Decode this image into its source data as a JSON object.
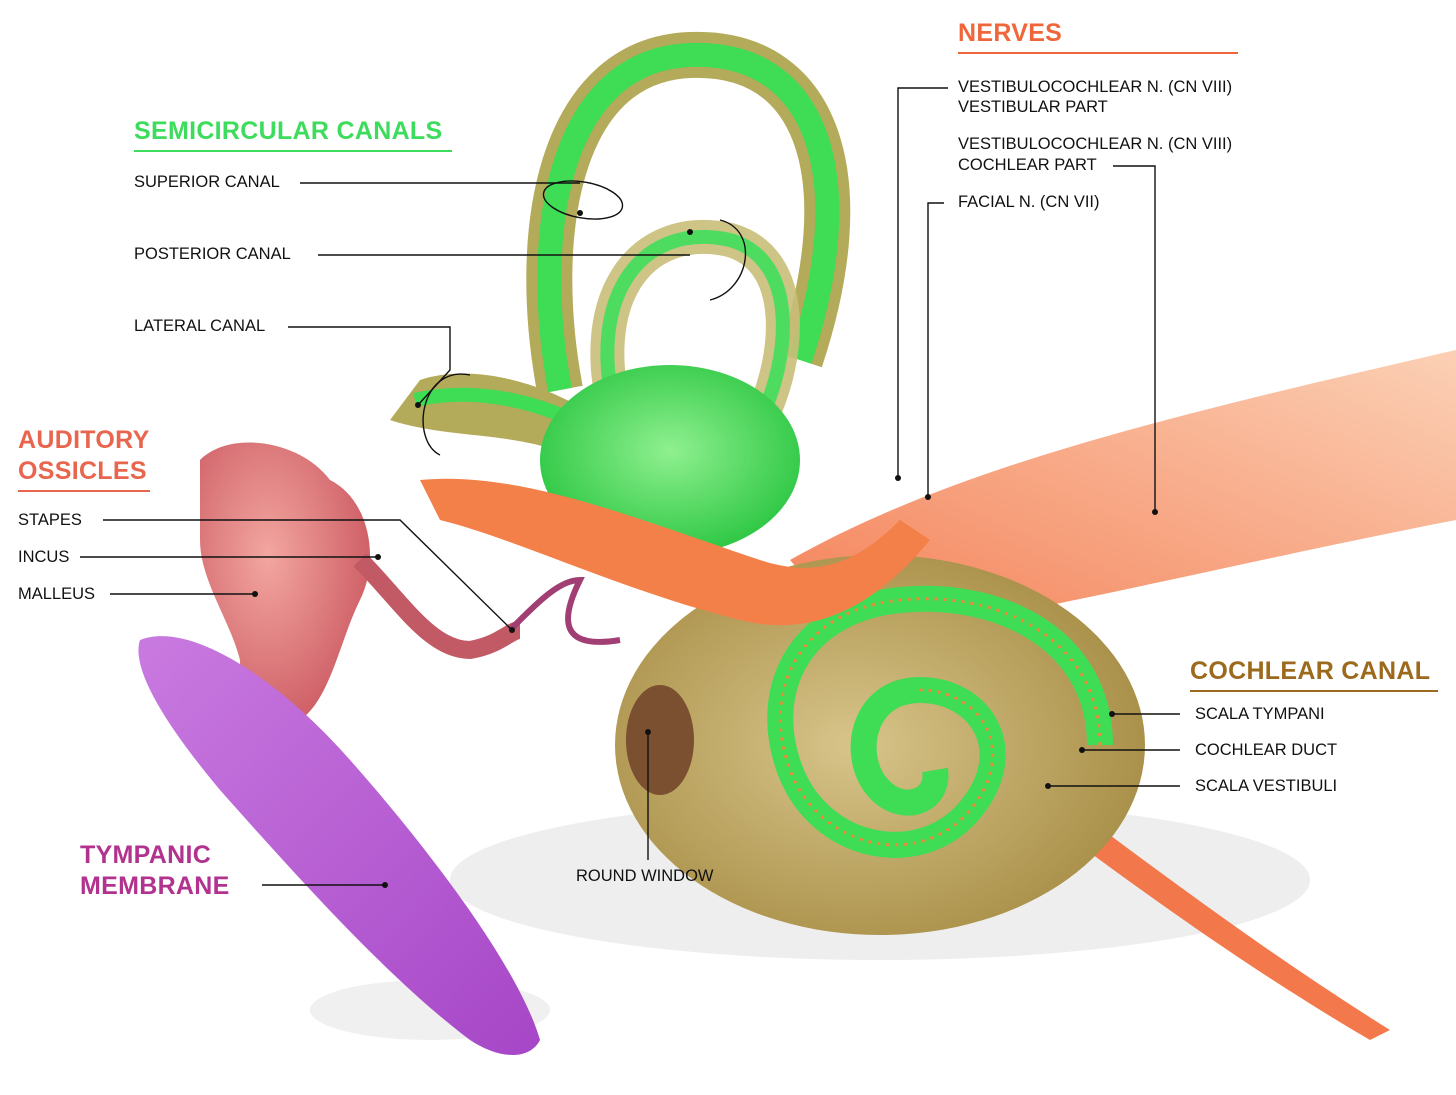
{
  "colors": {
    "semicircular": "#3ddc5c",
    "nerves": "#f0663a",
    "ossicles": "#e8664e",
    "tympanic": "#b2338f",
    "cochlear": "#9c6a1c",
    "label_text": "#111111"
  },
  "groups": {
    "semicircular_canals": {
      "title": "SEMICIRCULAR CANALS",
      "items": [
        "SUPERIOR CANAL",
        "POSTERIOR CANAL",
        "LATERAL CANAL"
      ]
    },
    "nerves": {
      "title": "NERVES",
      "items": [
        [
          "VESTIBULOCOCHLEAR N. (CN VIII)",
          "VESTIBULAR PART"
        ],
        [
          "VESTIBULOCOCHLEAR N. (CN VIII)",
          "COCHLEAR PART"
        ],
        "FACIAL N. (CN VII)"
      ]
    },
    "auditory_ossicles": {
      "title": [
        "AUDITORY",
        "OSSICLES"
      ],
      "items": [
        "STAPES",
        "INCUS",
        "MALLEUS"
      ]
    },
    "tympanic_membrane": {
      "title": [
        "TYMPANIC",
        "MEMBRANE"
      ]
    },
    "cochlear_canal": {
      "title": "COCHLEAR CANAL",
      "items": [
        "SCALA TYMPANI",
        "COCHLEAR DUCT",
        "SCALA VESTIBULI"
      ]
    },
    "round_window": {
      "label": "ROUND WINDOW"
    }
  }
}
